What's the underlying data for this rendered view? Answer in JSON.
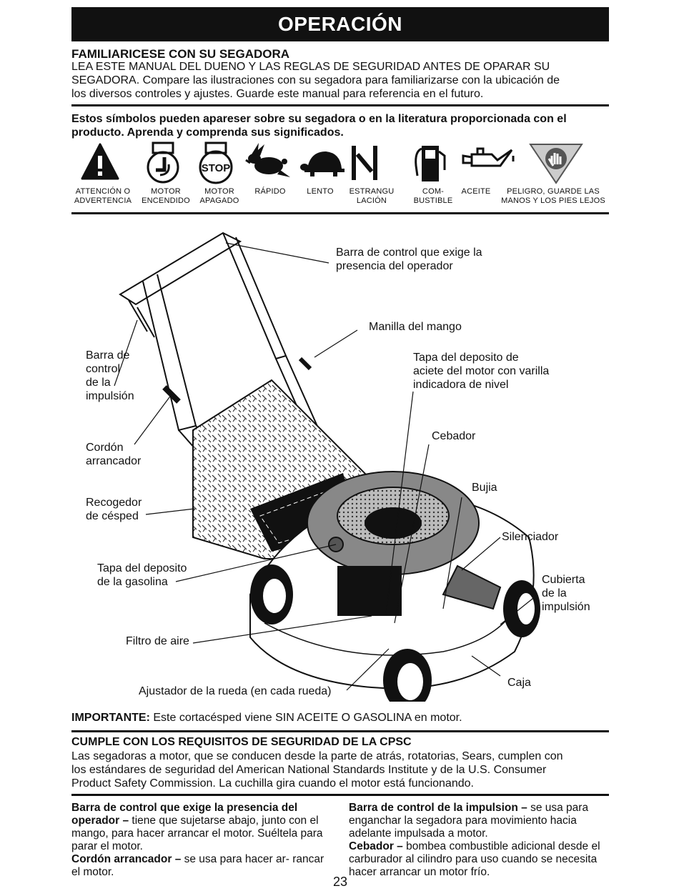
{
  "header": {
    "title": "OPERACIÓN"
  },
  "intro": {
    "title": "FAMILIARICESE CON SU SEGADORA",
    "lines": [
      "LEA ESTE MANUAL DEL DUENO Y LAS REGLAS DE SEGURIDAD ANTES DE OPARAR SU",
      "SEGADORA.  Compare las ilustraciones con su segadora para familiarizarse con la ubicación de",
      "los diversos controles y ajustes.  Guarde este manual para referencia en el futuro."
    ]
  },
  "symbols_intro": {
    "lines": [
      "Estos símbolos pueden apareser sobre su segadora o en la literatura proporcionada con el",
      "producto.  Aprenda y comprenda sus significados."
    ]
  },
  "symbols": [
    {
      "icon": "warning-triangle-icon",
      "label1": "ATTENCIÓN O",
      "label2": "ADVERTENCIA"
    },
    {
      "icon": "engine-on-icon",
      "label1": "MOTOR",
      "label2": "ENCENDIDO"
    },
    {
      "icon": "engine-stop-icon",
      "label1": "MOTOR",
      "label2": "APAGADO",
      "icon_text": "STOP"
    },
    {
      "icon": "rabbit-fast-icon",
      "label1": "RÁPIDO",
      "label2": ""
    },
    {
      "icon": "turtle-slow-icon",
      "label1": "LENTO",
      "label2": ""
    },
    {
      "icon": "choke-icon",
      "label1": "ESTRANGU",
      "label2": "LACIÓN"
    },
    {
      "icon": "fuel-pump-icon",
      "label1": "COM-",
      "label2": "BUSTIBLE"
    },
    {
      "icon": "oil-can-icon",
      "label1": "ACEITE",
      "label2": ""
    },
    {
      "icon": "hand-danger-icon",
      "label1": "PELIGRO, GUARDE LAS",
      "label2": "MANOS Y LOS PIES LEJOS"
    }
  ],
  "diagram": {
    "callouts": {
      "operator_bar": [
        "Barra de control que exige la",
        "presencia del operador"
      ],
      "handle": [
        "Manilla del mango"
      ],
      "drive_bar": [
        "Barra de",
        "control",
        "de la",
        "impulsión"
      ],
      "oil_cap": [
        "Tapa del deposito de",
        "aciete del motor con varilla",
        "indicadora de nivel"
      ],
      "primer": [
        "Cebador"
      ],
      "starter_cord": [
        "Cordón",
        "arrancador"
      ],
      "spark_plug": [
        "Bujia"
      ],
      "grass_bag": [
        "Recogedor",
        "de césped"
      ],
      "muffler": [
        "Silenciador"
      ],
      "fuel_cap": [
        "Tapa del deposito",
        "de la gasolina"
      ],
      "drive_cover": [
        "Cubierta",
        "de la",
        "impulsión"
      ],
      "air_filter": [
        "Filtro de aire"
      ],
      "housing": [
        "Caja"
      ],
      "wheel_adjuster": [
        "Ajustador de la rueda (en cada rueda)"
      ]
    }
  },
  "important": {
    "label": "IMPORTANTE:",
    "text": " Este cortacésped viene SIN ACEITE O GASOLINA en motor."
  },
  "cpsc": {
    "title": "CUMPLE CON LOS REQUISITOS DE SEGURIDAD DE LA CPSC",
    "lines": [
      "Las segadoras a motor, que se conducen desde la parte de atrás, rotatorias, Sears, cumplen con",
      "los estándares de seguridad del American National Standards Institute y de la U.S. Consumer",
      "Product Safety Commission.  La cuchilla gira cuando el motor está funcionando."
    ]
  },
  "definitions": {
    "left": [
      {
        "term": "Barra de control que exige la presencia del operador –",
        "text": " tiene que sujetarse abajo, junto con el mango, para hacer arrancar el motor. Suéltela para parar el motor."
      },
      {
        "term": "Cordón arrancador –",
        "text": " se usa para hacer ar- rancar el motor."
      }
    ],
    "right": [
      {
        "term": "Barra de control de la impulsion –",
        "text": " se usa para enganchar la segadora para movimiento hacia adelante impulsada a motor."
      },
      {
        "term": "Cebador –",
        "text": " bombea combustible adicional desde el carburador al cilindro para uso cuando se necesita hacer arrancar un motor frío."
      }
    ]
  },
  "page_number": "23"
}
